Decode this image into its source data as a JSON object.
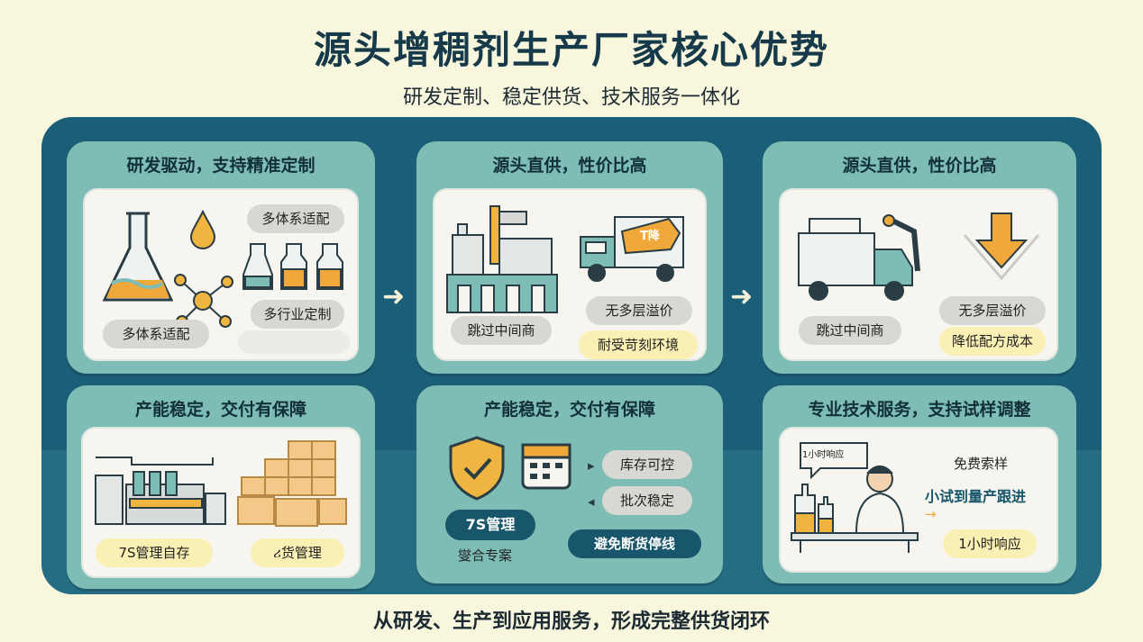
{
  "title": "源头增稠剂生产厂家核心优势",
  "subtitle": "研发定制、稳定供货、技术服务一体化",
  "footer": "从研发、生产到应用服务，形成完整供货闭环",
  "colors": {
    "board": "#1a5e78",
    "card": "#7dbdb6",
    "accent": "#f0a83a",
    "dark_pill": "#17566b",
    "yellow_pill": "#faf0b4"
  },
  "cards": [
    {
      "title": "研发驱动，支持精准定制",
      "labels": [
        "多体系适配",
        "多体系适配",
        "多行业定制"
      ]
    },
    {
      "title": "源头直供，性价比高",
      "labels": [
        "跳过中间商",
        "无多层溢价",
        "耐受苛刻环境"
      ],
      "tag": "T降"
    },
    {
      "title": "源头直供，性价比高",
      "labels": [
        "跳过中间商",
        "无多层溢价",
        "降低配方成本"
      ]
    },
    {
      "title": "产能稳定，交付有保障",
      "labels": [
        "7S管理自存",
        "ሪ货管理"
      ]
    },
    {
      "title": "产能稳定，交付有保障",
      "labels": [
        "库存可控",
        "批次稳定",
        "7S管理",
        "燮合专案",
        "避免断货停线"
      ]
    },
    {
      "title": "专业技术服务，支持试样调整",
      "labels": [
        "免费索样",
        "小试到量产跟进",
        "1小时响应"
      ],
      "bubble": "1小时响应"
    }
  ],
  "icons": [
    "flask-icon",
    "droplet-icon",
    "molecule-icon",
    "bottle-icon",
    "factory-icon",
    "truck-icon",
    "price-tag-icon",
    "robot-arm-icon",
    "down-arrow-icon",
    "warehouse-machine-icon",
    "boxes-icon",
    "shield-check-icon",
    "calendar-icon",
    "technician-icon",
    "speech-bubble-icon"
  ]
}
